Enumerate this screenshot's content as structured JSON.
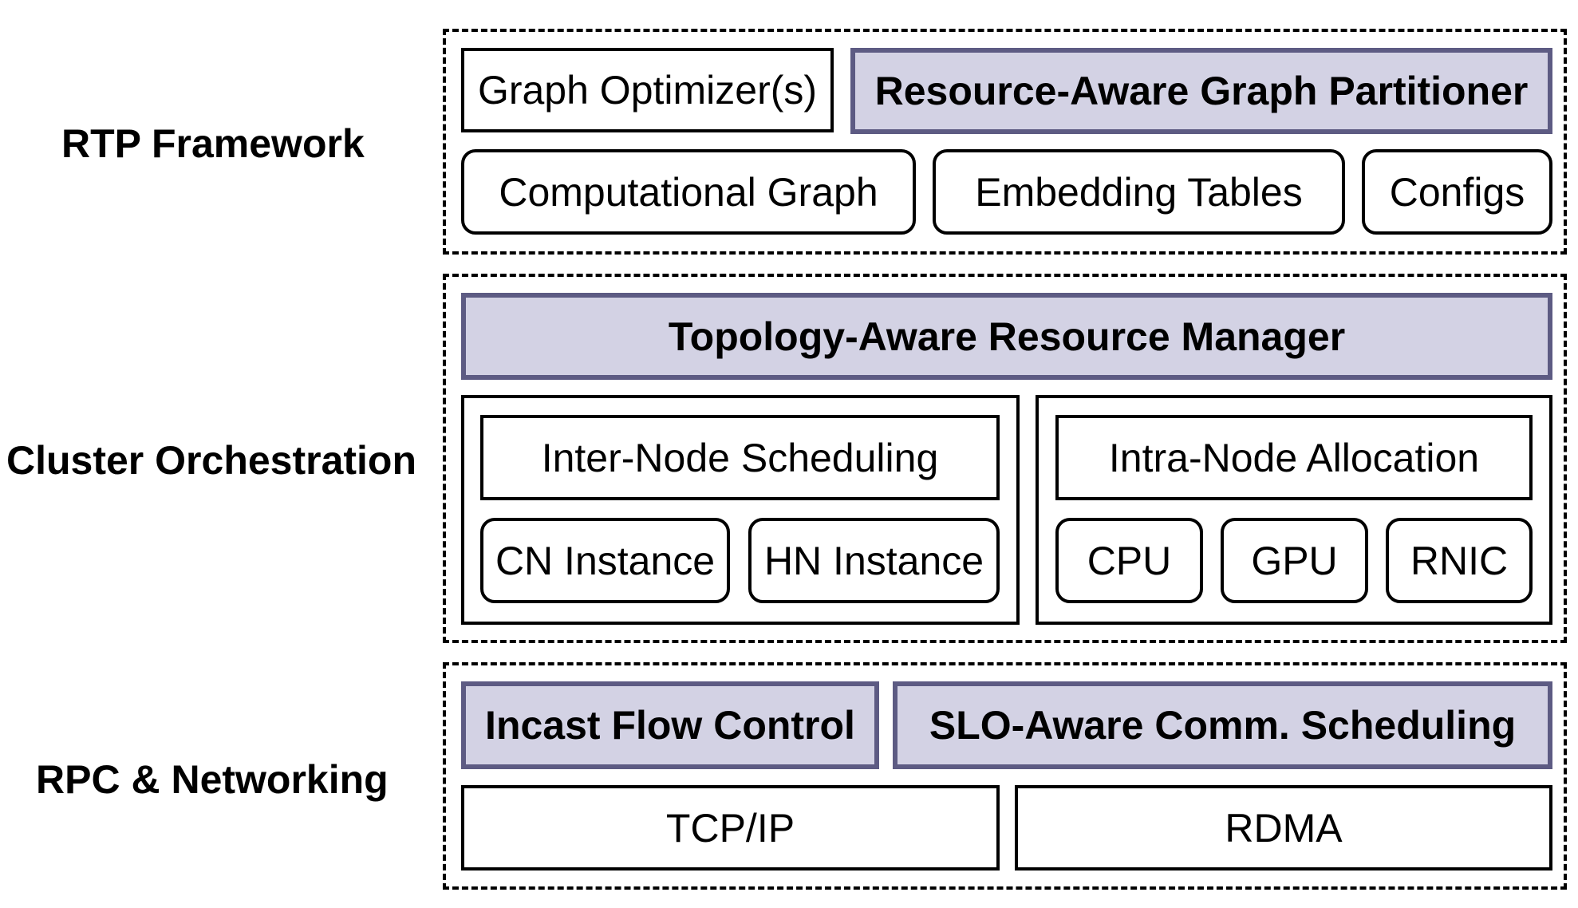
{
  "layers": [
    {
      "label": "RTP Framework"
    },
    {
      "label": "Cluster Orchestration"
    },
    {
      "label": "RPC & Networking"
    }
  ],
  "rtp": {
    "graph_optimizers": "Graph Optimizer(s)",
    "partitioner": "Resource-Aware Graph Partitioner",
    "computational_graph": "Computational Graph",
    "embedding_tables": "Embedding Tables",
    "configs": "Configs"
  },
  "cluster": {
    "resource_manager": "Topology-Aware Resource Manager",
    "inter_node": "Inter-Node Scheduling",
    "cn_instance": "CN Instance",
    "hn_instance": "HN Instance",
    "intra_node": "Intra-Node Allocation",
    "cpu": "CPU",
    "gpu": "GPU",
    "rnic": "RNIC"
  },
  "networking": {
    "incast": "Incast Flow Control",
    "slo_scheduling": "SLO-Aware Comm. Scheduling",
    "tcpip": "TCP/IP",
    "rdma": "RDMA"
  },
  "colors": {
    "highlight_fill": "#d3d2e4",
    "highlight_border": "#5d5b83"
  }
}
